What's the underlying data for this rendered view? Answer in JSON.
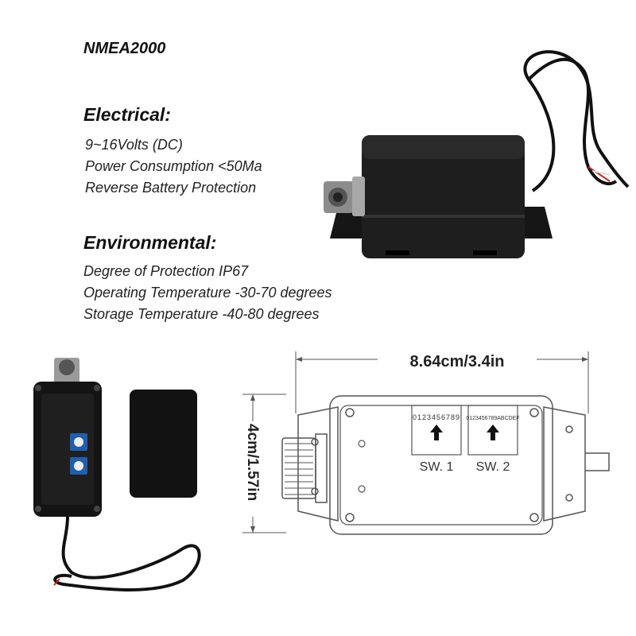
{
  "product": {
    "title": "NMEA2000"
  },
  "electrical": {
    "heading": "Electrical:",
    "items": [
      "9~16Volts (DC)",
      "Power Consumption <50Ma",
      "Reverse Battery Protection"
    ]
  },
  "environmental": {
    "heading": "Environmental:",
    "items": [
      "Degree of Protection IP67",
      "Operating Temperature -30-70 degrees",
      "Storage Temperature -40-80 degrees"
    ]
  },
  "diagram": {
    "width_label": "8.64cm/3.4in",
    "height_label": "4cm/1.57in",
    "switch1_label": "SW. 1",
    "switch2_label": "SW. 2",
    "switch1_digits": "0123456789",
    "switch2_digits": "0123456789ABCDEF"
  },
  "colors": {
    "device_body": "#1a1a1a",
    "switch_blue": "#1e5fb0",
    "line": "#555555"
  }
}
